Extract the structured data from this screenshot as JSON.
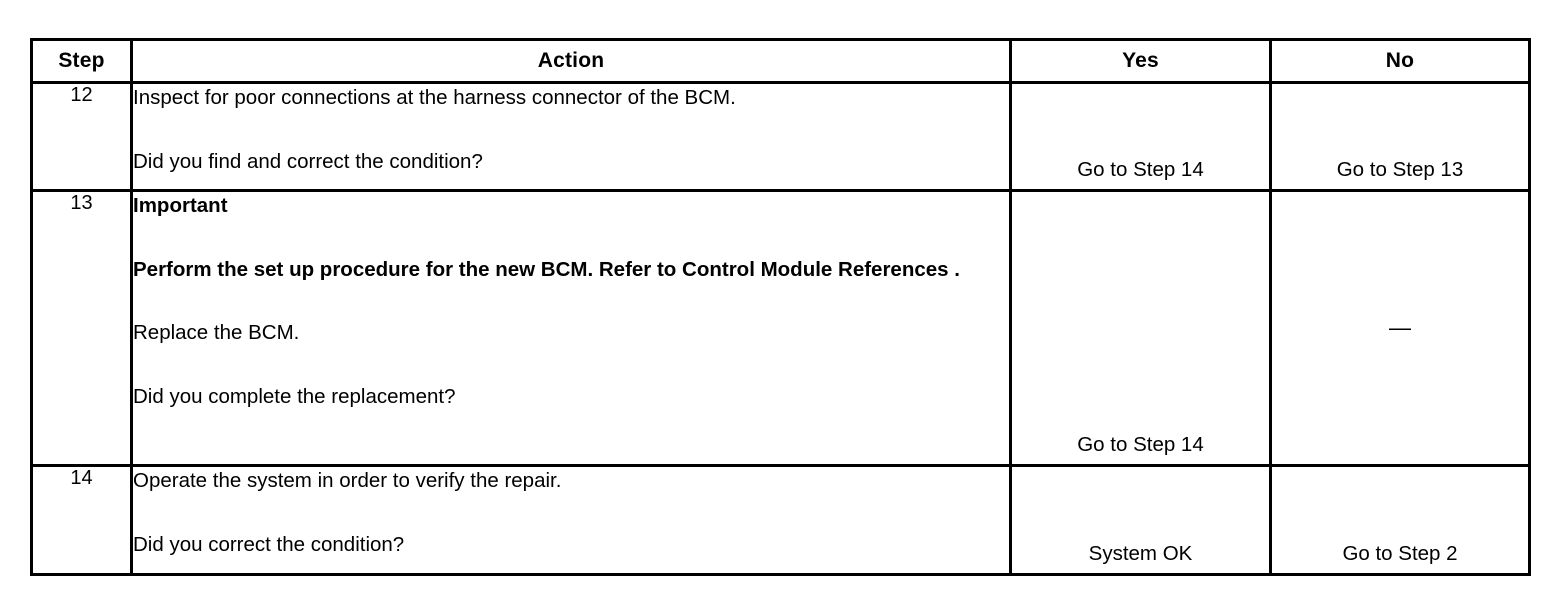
{
  "table": {
    "name": "diagnostic-repair-verification-table",
    "columns": [
      {
        "key": "step",
        "label": "Step"
      },
      {
        "key": "action",
        "label": "Action"
      },
      {
        "key": "yes",
        "label": "Yes"
      },
      {
        "key": "no",
        "label": "No"
      }
    ],
    "rows": [
      {
        "step": "12",
        "action_lines": [
          {
            "text": "Inspect for poor connections at the harness connector of the BCM.",
            "bold": false,
            "gap": "none"
          },
          {
            "text": "Did you find and correct the condition?",
            "bold": false,
            "gap": "large"
          }
        ],
        "yes": "Go to Step 14",
        "no": "Go to Step 13",
        "yes_align": "bottom",
        "no_align": "bottom"
      },
      {
        "step": "13",
        "action_lines": [
          {
            "text": "Important",
            "bold": true,
            "gap": "none"
          },
          {
            "text": "Perform the set up procedure for the new BCM. Refer to Control Module References .",
            "bold": true,
            "gap": "large"
          },
          {
            "text": "Replace the BCM.",
            "bold": false,
            "gap": "large"
          },
          {
            "text": "Did you complete the replacement?",
            "bold": false,
            "gap": "large"
          }
        ],
        "yes": "Go to Step 14",
        "no": "—",
        "yes_align": "bottom",
        "no_align": "middle"
      },
      {
        "step": "14",
        "action_lines": [
          {
            "text": "Operate the system in order to verify the repair.",
            "bold": false,
            "gap": "none"
          },
          {
            "text": "Did you correct the condition?",
            "bold": false,
            "gap": "large"
          }
        ],
        "yes": "System OK",
        "no": "Go to Step 2",
        "yes_align": "bottom",
        "no_align": "bottom"
      }
    ]
  },
  "colors": {
    "border": "#000000",
    "background": "#ffffff",
    "text": "#000000"
  }
}
